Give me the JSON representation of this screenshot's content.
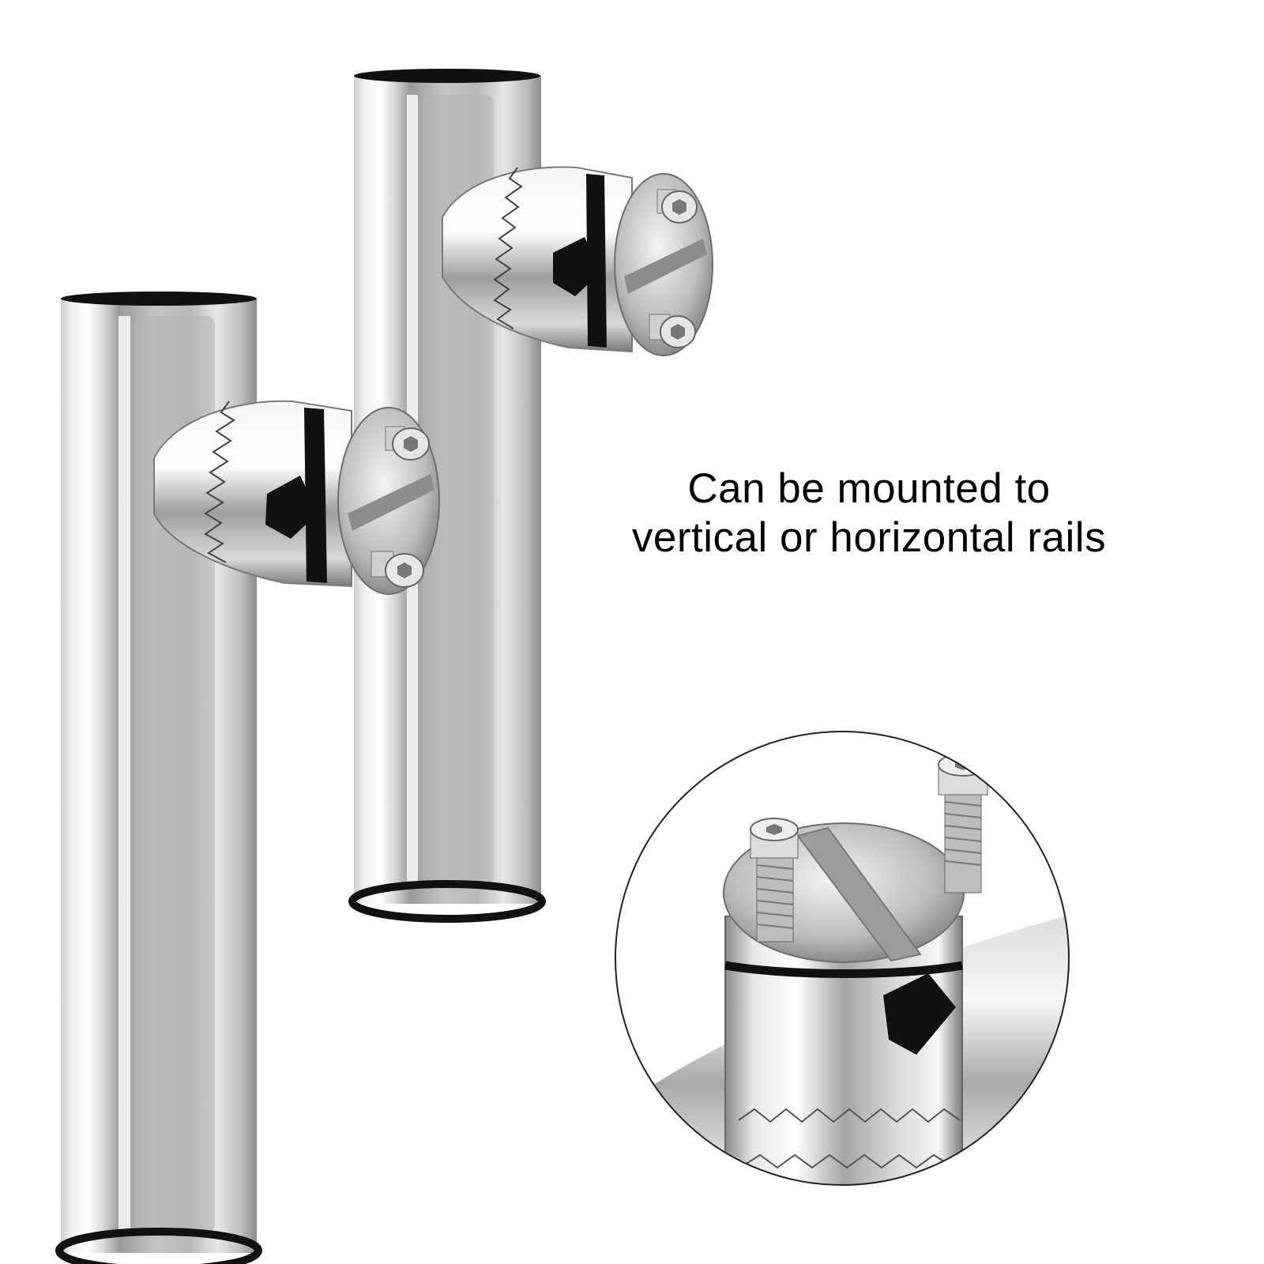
{
  "caption": {
    "line1": "Can be mounted to",
    "line2": "vertical or horizontal rails"
  },
  "colors": {
    "background": "#ffffff",
    "text": "#000000",
    "chrome_light": "#f4f4f4",
    "chrome_mid": "#c9c9c9",
    "chrome_dark": "#6e6e6e",
    "rubber": "#111111"
  },
  "icons": [
    "rod-holder-tube",
    "rail-clamp",
    "hex-socket-screw"
  ]
}
